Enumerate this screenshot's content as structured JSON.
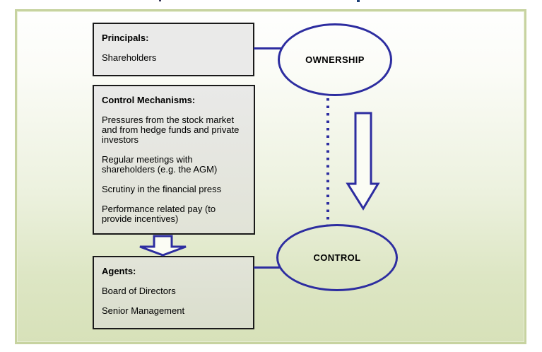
{
  "diagram": {
    "boxes": {
      "principals": {
        "title": "Principals:",
        "items": [
          "Shareholders"
        ]
      },
      "control_mechanisms": {
        "title": "Control Mechanisms:",
        "items": [
          "Pressures from the stock market and from hedge funds and private investors",
          "Regular meetings with shareholders (e.g. the AGM)",
          "Scrutiny in the financial press",
          "Performance related pay (to provide incentives)"
        ]
      },
      "agents": {
        "title": "Agents:",
        "items": [
          "Board of Directors",
          "Senior Management"
        ]
      }
    },
    "nodes": {
      "ownership": {
        "label": "OWNERSHIP"
      },
      "control": {
        "label": "CONTROL"
      }
    },
    "colors": {
      "accent_blue": "#2d2da0",
      "panel_border_green": "#c7d3a0",
      "panel_gradient_top": "#fefefe",
      "panel_gradient_bottom": "#d7e1b9",
      "box_border": "#1a1a1a",
      "box_fill_gray": "#e9e9e8",
      "text": "#000000"
    }
  }
}
